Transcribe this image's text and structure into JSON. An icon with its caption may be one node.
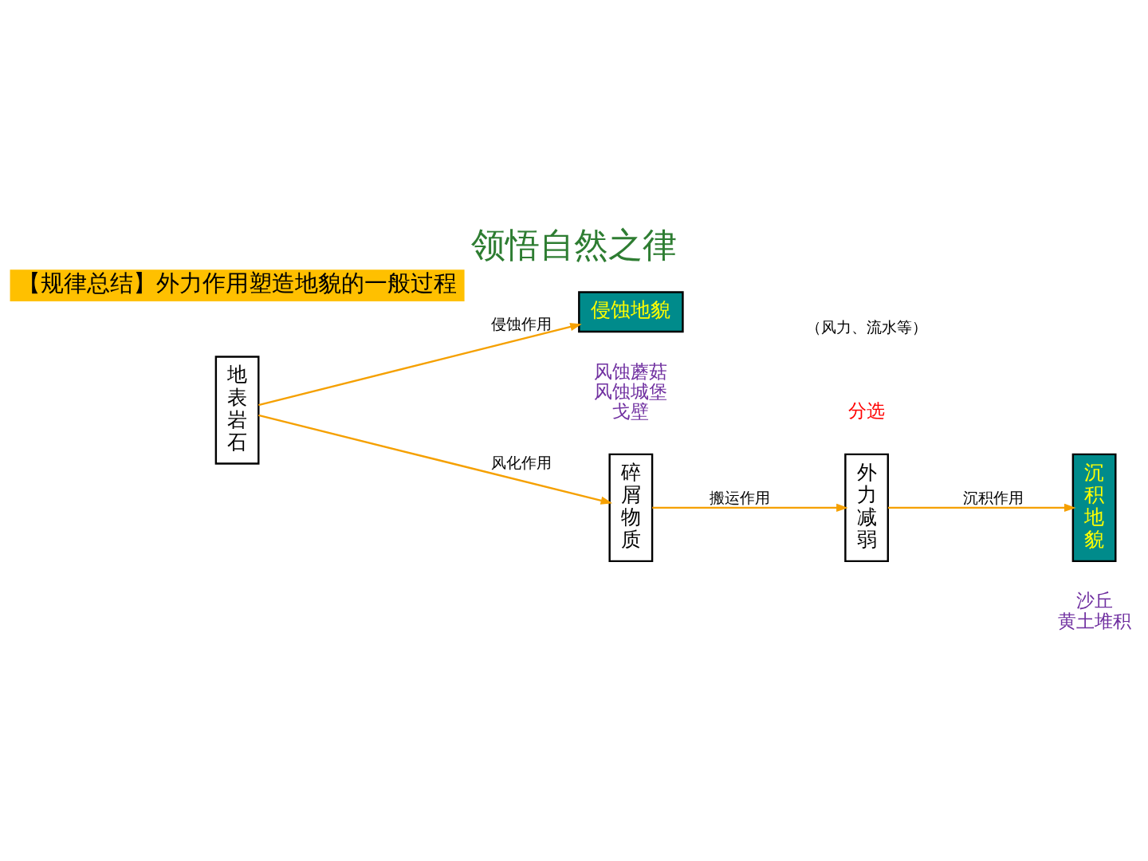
{
  "diagram": {
    "title": "领悟自然之律",
    "nodes": [
      {
        "text": [
          "地表岩石"
        ]
      },
      {
        "text": [
          "侵蚀地貌"
        ],
        "beside": [
          "风蚀蘑菇",
          "风蚀城堡",
          "戈壁"
        ]
      },
      {
        "text": [
          "碎屑物质"
        ]
      },
      {
        "text": [
          "外力减弱"
        ]
      },
      {
        "text": [
          "沉积地貌"
        ],
        "beside": [
          "沙丘",
          "黄土堆积"
        ]
      }
    ],
    "edges": [
      {
        "from": 0,
        "to": 1,
        "arrow": "to",
        "label": "侵蚀作用"
      },
      {
        "from": 0,
        "to": 2,
        "arrow": "to",
        "label": "风化作用"
      },
      {
        "from": 2,
        "to": 3,
        "arrow": "to",
        "label": "搬运作用"
      },
      {
        "from": 3,
        "to": 4,
        "arrow": "to",
        "label": "沉积作用"
      }
    ],
    "labels": [
      "【规律总结】外力作用塑造地貌的一般过程",
      "（风力、流水等）",
      "分选"
    ]
  }
}
